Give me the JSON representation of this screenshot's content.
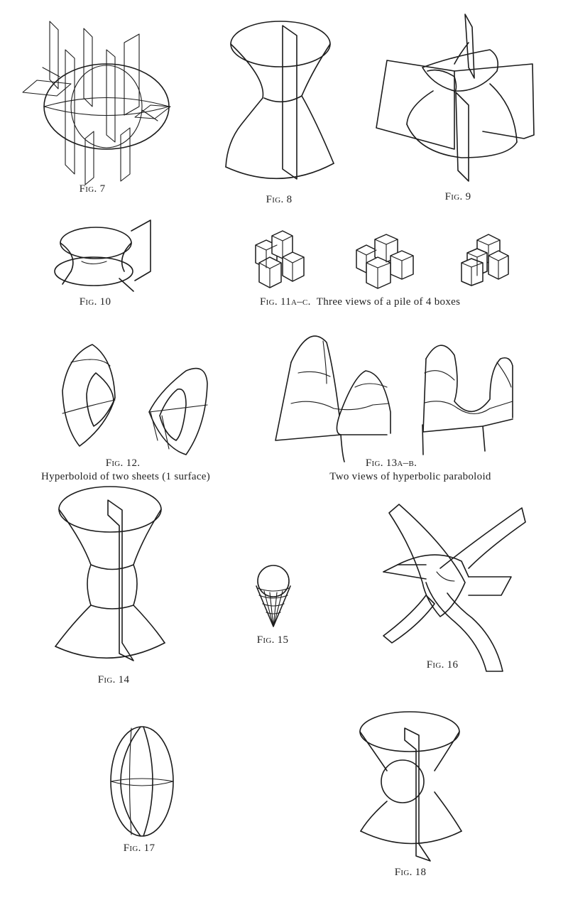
{
  "figures": [
    {
      "id": "fig7",
      "caption": "Fig. 7"
    },
    {
      "id": "fig8",
      "caption": "Fig. 8"
    },
    {
      "id": "fig9",
      "caption": "Fig. 9"
    },
    {
      "id": "fig10",
      "caption": "Fig. 10"
    },
    {
      "id": "fig11",
      "caption": "Fig. 11a–c.",
      "description": "Three views of a pile of 4 boxes"
    },
    {
      "id": "fig12",
      "caption": "Fig. 12.",
      "description": "Hyperboloid of two sheets (1 surface)"
    },
    {
      "id": "fig13",
      "caption": "Fig. 13a–b.",
      "description": "Two views of hyperbolic paraboloid"
    },
    {
      "id": "fig14",
      "caption": "Fig. 14"
    },
    {
      "id": "fig15",
      "caption": "Fig. 15"
    },
    {
      "id": "fig16",
      "caption": "Fig. 16"
    },
    {
      "id": "fig17",
      "caption": "Fig. 17"
    },
    {
      "id": "fig18",
      "caption": "Fig. 18"
    }
  ]
}
